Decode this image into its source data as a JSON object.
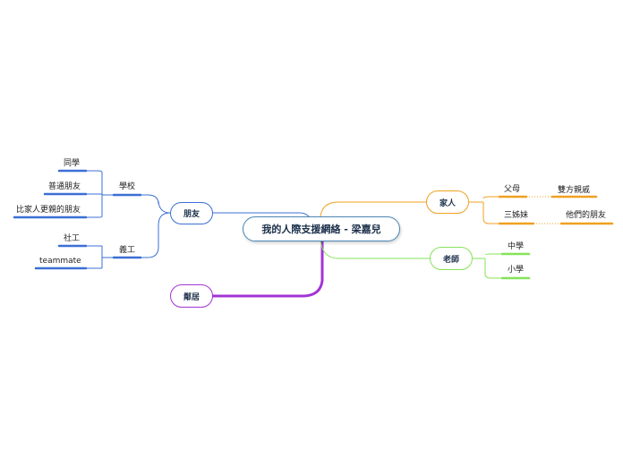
{
  "central": {
    "title": "我的人際支援網絡 - 梁嘉兒"
  },
  "branches": {
    "friends": {
      "label": "朋友",
      "school": {
        "label": "學校",
        "children": [
          "同學",
          "普通朋友",
          "比家人更親的朋友"
        ]
      },
      "volunteer": {
        "label": "義工",
        "children": [
          "社工",
          "teammate"
        ]
      }
    },
    "neighbours": {
      "label": "鄰居"
    },
    "family": {
      "label": "家人",
      "parents": {
        "label": "父母",
        "child": "雙方親戚"
      },
      "siblings": {
        "label": "三姊妹",
        "child": "他們的朋友"
      }
    },
    "teachers": {
      "label": "老師",
      "children": [
        "中學",
        "小學"
      ]
    }
  },
  "colors": {
    "friends": "#3b6fd4",
    "neighbours": "#a234d6",
    "family": "#f0a020",
    "teachers": "#86e35a",
    "central_border": "#4a87b5"
  }
}
